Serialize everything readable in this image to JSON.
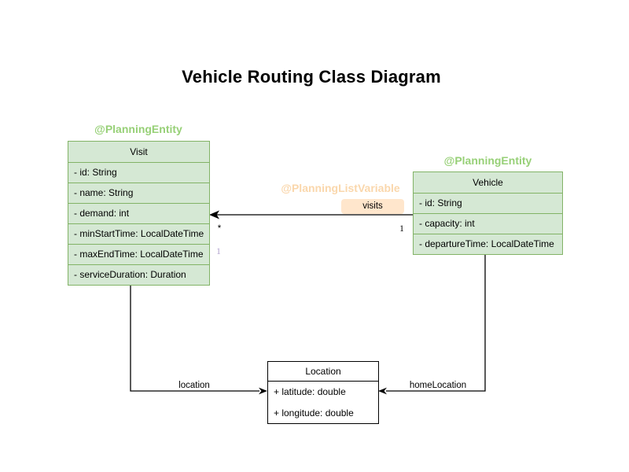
{
  "title": "Vehicle Routing Class Diagram",
  "colors": {
    "class_fill": "#d5e8d4",
    "class_border": "#82b366",
    "entity_annotation": "#97d077",
    "list_variable_annotation": "#fad7ac",
    "visits_label_fill": "#ffe6cc",
    "plain_fill": "#ffffff",
    "plain_border": "#000000",
    "line": "#000000",
    "muted_multiplicity": "#b0a0ce"
  },
  "classes": {
    "visit": {
      "annotation": "@PlanningEntity",
      "name": "Visit",
      "attributes": [
        "- id: String",
        "- name: String",
        "- demand: int",
        "- minStartTime: LocalDateTime",
        "- maxEndTime: LocalDateTime",
        "- serviceDuration: Duration"
      ]
    },
    "vehicle": {
      "annotation": "@PlanningEntity",
      "name": "Vehicle",
      "attributes": [
        "- id: String",
        "- capacity: int",
        "- departureTime: LocalDateTime"
      ]
    },
    "location": {
      "name": "Location",
      "attributes": [
        "+ latitude: double",
        "+ longitude: double"
      ]
    }
  },
  "relations": {
    "visits": {
      "annotation": "@PlanningListVariable",
      "label": "visits",
      "target_multiplicity": "*",
      "source_multiplicity": "1",
      "secondary_multiplicity": "1"
    },
    "location": {
      "label": "location"
    },
    "home_location": {
      "label": "homeLocation"
    }
  }
}
